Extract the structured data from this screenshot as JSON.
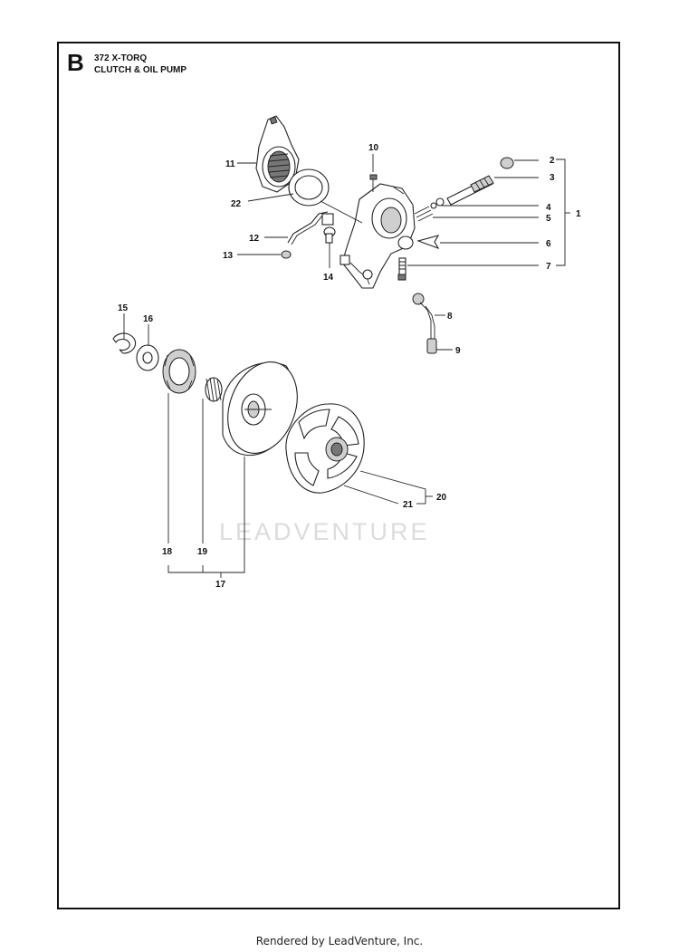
{
  "header": {
    "section_letter": "B",
    "model": "372 X-TORQ",
    "subtitle": "CLUTCH & OIL PUMP"
  },
  "callouts": [
    "1",
    "2",
    "3",
    "4",
    "5",
    "6",
    "7",
    "8",
    "9",
    "10",
    "11",
    "12",
    "13",
    "14",
    "15",
    "16",
    "17",
    "18",
    "19",
    "20",
    "21",
    "22"
  ],
  "watermark": "LEADVENTURE",
  "footer": "Rendered by LeadVenture, Inc."
}
